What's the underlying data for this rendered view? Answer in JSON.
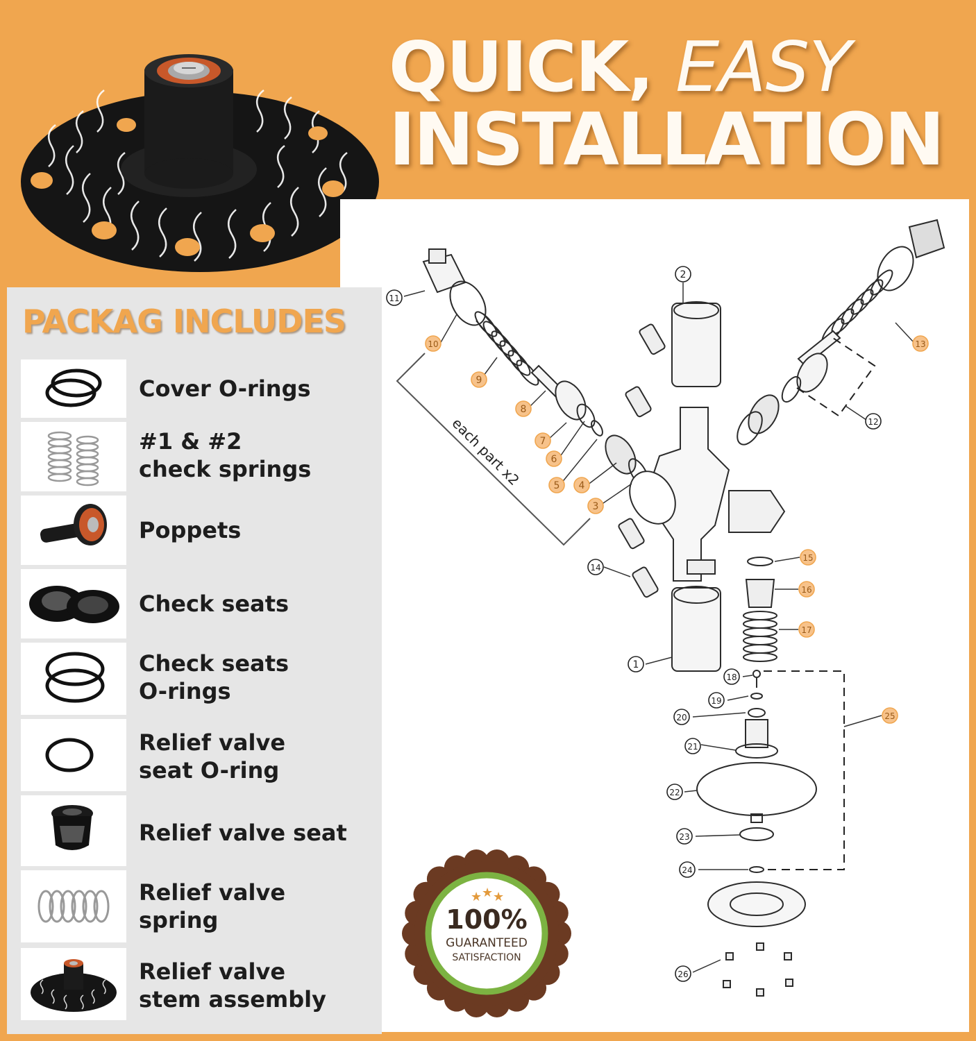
{
  "hero": {
    "line1_bold": "QUICK,",
    "line1_italic": "EASY",
    "line2": "INSTALLATION"
  },
  "package": {
    "title": "PACKAG INCLUDES",
    "items": [
      {
        "line1": "Cover O-rings",
        "line2": "",
        "icon": "cover-o-rings-icon"
      },
      {
        "line1": "#1 & #2",
        "line2": "check springs",
        "icon": "check-springs-icon"
      },
      {
        "line1": "Poppets",
        "line2": "",
        "icon": "poppet-icon"
      },
      {
        "line1": "Check seats",
        "line2": "",
        "icon": "check-seats-icon"
      },
      {
        "line1": "Check seats",
        "line2": "O-rings",
        "icon": "check-seat-o-rings-icon"
      },
      {
        "line1": "Relief valve",
        "line2": "seat O-ring",
        "icon": "relief-seat-o-ring-icon"
      },
      {
        "line1": "Relief valve seat",
        "line2": "",
        "icon": "relief-valve-seat-icon"
      },
      {
        "line1": "Relief valve",
        "line2": "spring",
        "icon": "relief-valve-spring-icon"
      },
      {
        "line1": "Relief valve",
        "line2": "stem assembly",
        "icon": "stem-assembly-icon"
      }
    ]
  },
  "diagram": {
    "note": "each part x2",
    "callouts": [
      "1",
      "2",
      "3",
      "4",
      "5",
      "6",
      "7",
      "8",
      "9",
      "10",
      "11",
      "12",
      "13",
      "14",
      "15",
      "16",
      "17",
      "18",
      "19",
      "20",
      "21",
      "22",
      "23",
      "24",
      "25",
      "26"
    ]
  },
  "badge": {
    "percent": "100%",
    "line1": "GUARANTEED",
    "line2": "SATISFACTION"
  },
  "colors": {
    "accent": "#f0a64f",
    "badge_brown": "#6b3a22",
    "badge_green": "#7cb342"
  }
}
